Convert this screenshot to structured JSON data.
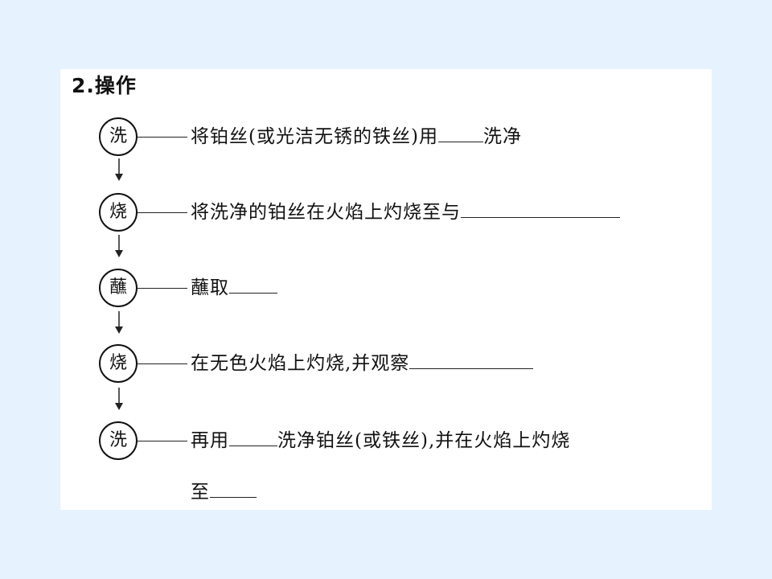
{
  "heading": "2.操作",
  "steps": [
    {
      "char": "洗",
      "before": "将铂丝(或光洁无锈的铁丝)用",
      "after": "洗净"
    },
    {
      "char": "烧",
      "before": "将洗净的铂丝在火焰上灼烧至与",
      "after": ""
    },
    {
      "char": "蘸",
      "before": "蘸取",
      "after": ""
    },
    {
      "char": "烧",
      "before": "在无色火焰上灼烧,并观察",
      "after": ""
    },
    {
      "char": "洗",
      "before": "再用",
      "middle": "洗净铂丝(或铁丝),并在火焰上灼烧",
      "line2": "至"
    }
  ],
  "icons": {
    "flow_arrow": "down-arrow-icon"
  }
}
